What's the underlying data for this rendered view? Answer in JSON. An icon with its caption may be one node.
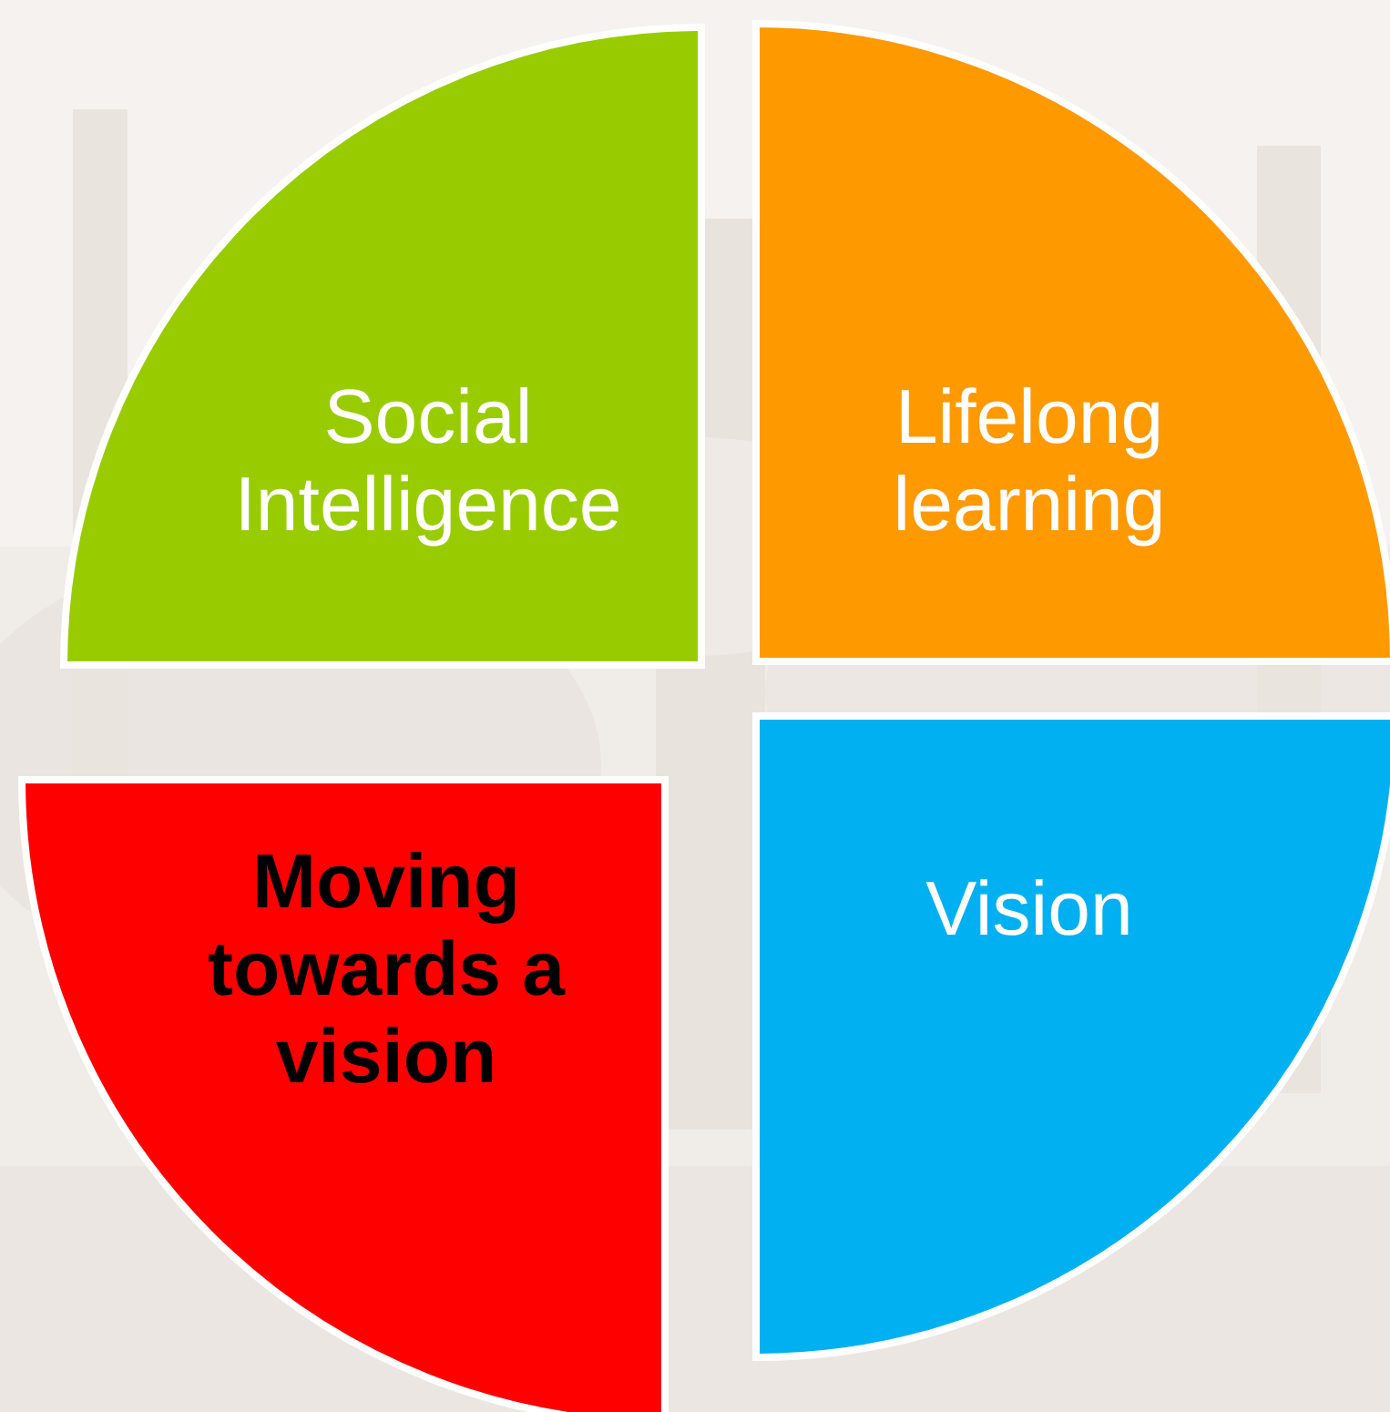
{
  "diagram": {
    "nodes": [
      {
        "text": [
          "Social Intelligence"
        ]
      },
      {
        "text": [
          "Lifelong learning"
        ]
      },
      {
        "text": [
          "Moving towards a vision"
        ]
      },
      {
        "text": [
          "Vision"
        ]
      }
    ]
  }
}
